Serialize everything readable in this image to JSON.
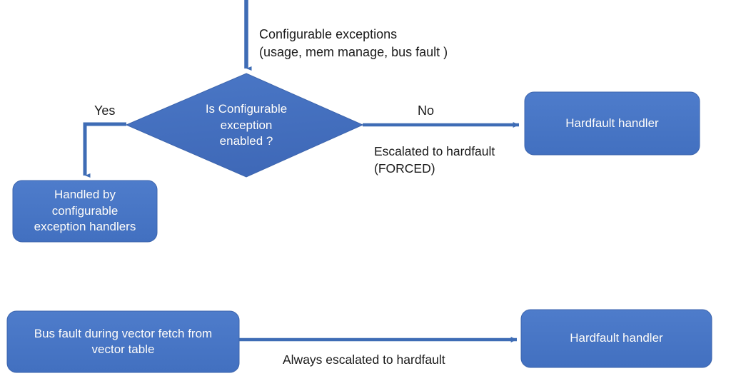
{
  "diagram": {
    "title": "ARM Cortex-M fault escalation flowchart",
    "colors": {
      "node_fill": "#4472C4",
      "node_fill_alt": "#4A79C9",
      "node_stroke": "#3C64AC",
      "connector": "#3E6CB5",
      "node_text": "#FFFFFF",
      "label_text": "#1A1A1A",
      "background": "#FFFFFF"
    },
    "nodes": [
      {
        "id": "decision",
        "shape": "diamond",
        "text": "Is Configurable\nexception\nenabled ?"
      },
      {
        "id": "handled",
        "shape": "rounded-rect",
        "text": "Handled by\nconfigurable\nexception handlers"
      },
      {
        "id": "hardfault-top",
        "shape": "rounded-rect",
        "text": "Hardfault handler"
      },
      {
        "id": "busfault-vector",
        "shape": "rounded-rect",
        "text": "Bus fault during vector fetch from\nvector table"
      },
      {
        "id": "hardfault-bottom",
        "shape": "rounded-rect",
        "text": "Hardfault handler"
      }
    ],
    "annotations": {
      "source_caption": "Configurable exceptions\n(usage, mem manage, bus fault )",
      "yes_label": "Yes",
      "no_label": "No",
      "escalated_caption": "Escalated to hardfault\n(FORCED)",
      "always_escalated_caption": "Always escalated to hardfault"
    }
  }
}
